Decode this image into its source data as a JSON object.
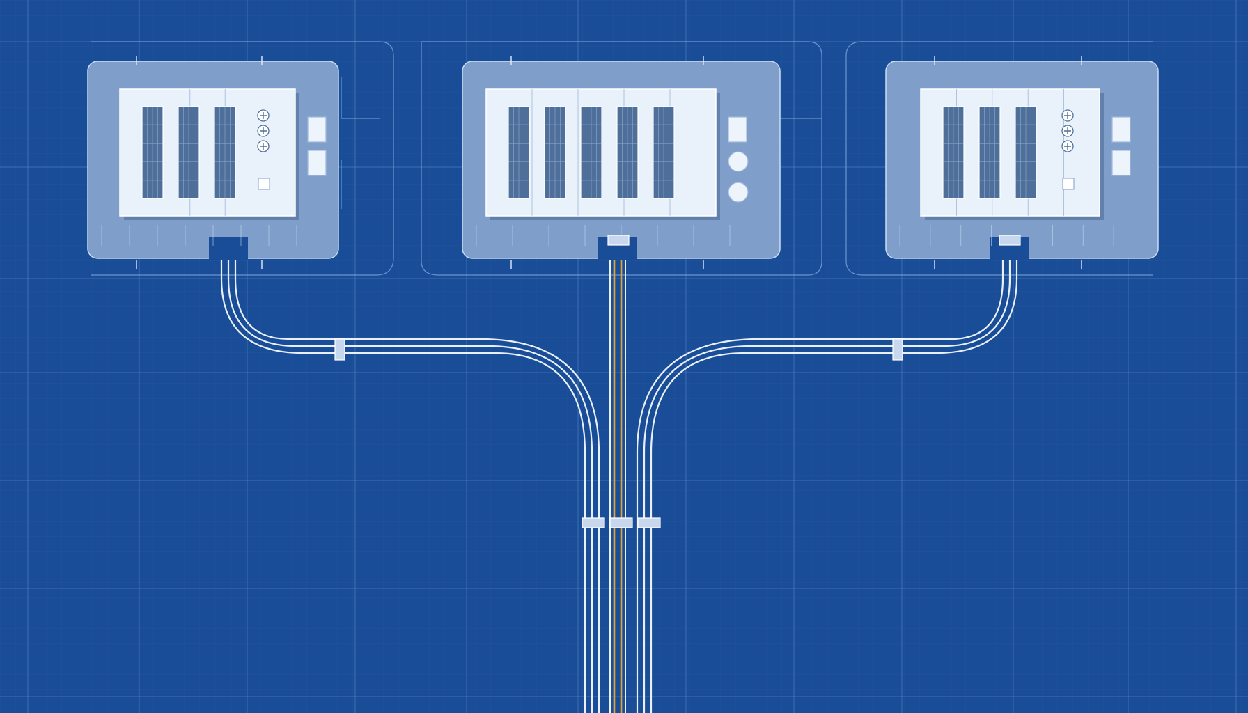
{
  "colors": {
    "background": "#1a4d97",
    "grid": "#5b8acb",
    "lot": "#7f9ec9",
    "lot_border": "#c9dcf4",
    "roof": "#e9f1fb",
    "roof_line": "#9fb8db",
    "panel": "#4f6f9b",
    "conduit": "#e8f0fb",
    "power_line": "#e3a436",
    "connector": "#c7d8ee"
  },
  "icons": {
    "fan": "fan-icon",
    "tank": "tank-icon",
    "junction": "junction-box-icon"
  },
  "facilities": [
    {
      "panel_columns": 3,
      "fan_count": 3,
      "side_equipment": [
        "box",
        "box"
      ]
    },
    {
      "panel_columns": 5,
      "fan_count": 0,
      "side_equipment": [
        "box",
        "tank",
        "tank"
      ]
    },
    {
      "panel_columns": 3,
      "fan_count": 3,
      "side_equipment": [
        "box",
        "box"
      ]
    }
  ],
  "trunk": {
    "conduits_per_branch": 3,
    "power_lines": 2,
    "junction_boxes": 3
  }
}
